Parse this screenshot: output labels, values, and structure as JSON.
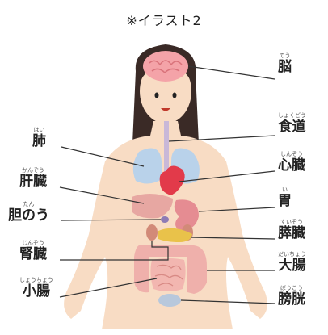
{
  "title": "※イラスト2",
  "organs": {
    "brain": {
      "label": "脳",
      "reading": "のう"
    },
    "esophagus": {
      "label": "食道",
      "reading": "しょくどう"
    },
    "heart": {
      "label": "心臓",
      "reading": "しんぞう"
    },
    "stomach": {
      "label": "胃",
      "reading": "い"
    },
    "pancreas": {
      "label": "膵臓",
      "reading": "すいぞう"
    },
    "large_intestine": {
      "label": "大腸",
      "reading": "だいちょう"
    },
    "bladder": {
      "label": "膀胱",
      "reading": "ぼうこう"
    },
    "lungs": {
      "label": "肺",
      "reading": "はい"
    },
    "liver": {
      "label": "肝臓",
      "reading": "かんぞう"
    },
    "gallbladder": {
      "label": "胆のう",
      "reading": "たん"
    },
    "kidneys": {
      "label": "腎臓",
      "reading": "じんぞう"
    },
    "small_intestine": {
      "label": "小腸",
      "reading": "しょうちょう"
    }
  },
  "colors": {
    "skin": "#f8dcc4",
    "hair": "#3a2a26",
    "brain": "#f4a3a8",
    "lungs": "#b9d2ea",
    "heart": "#e23a4a",
    "liver": "#e7a7a2",
    "stomach": "#e58c92",
    "pancreas": "#e9c24a",
    "intestine": "#f2b6b0",
    "bladder": "#b8c8dc",
    "line": "#333333"
  }
}
